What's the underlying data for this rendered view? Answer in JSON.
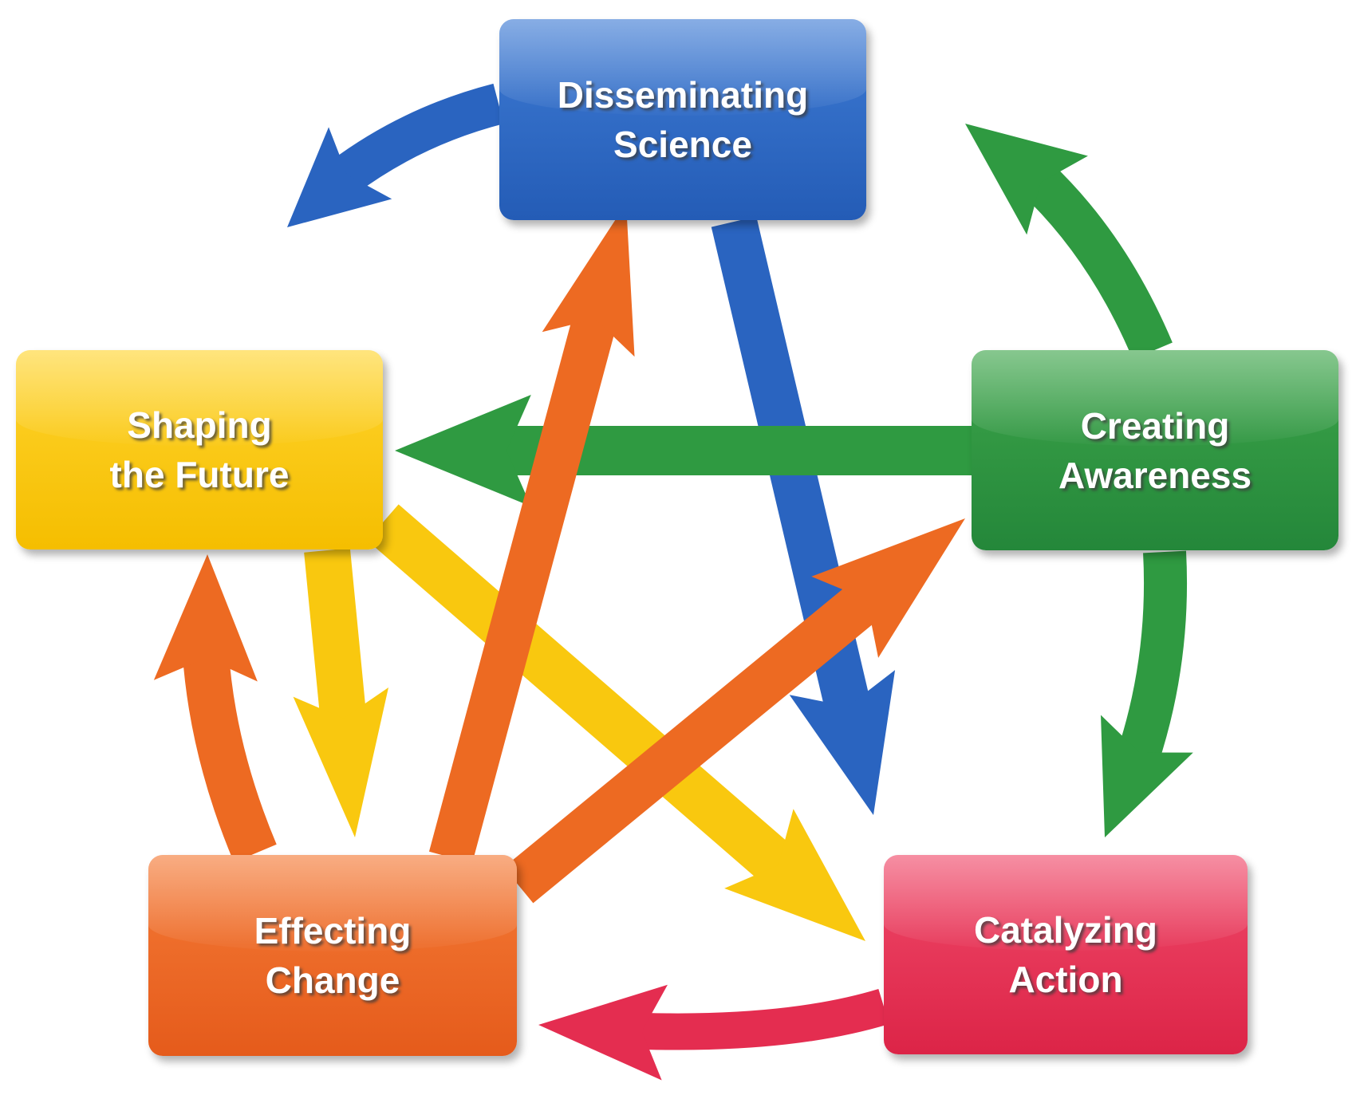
{
  "colors": {
    "blue": "#2a64c0",
    "green": "#2f9a41",
    "red": "#e42d50",
    "orange": "#ed6a22",
    "yellow": "#f9c80f"
  },
  "nodes": {
    "science": {
      "line1": "Disseminating",
      "line2": "Science"
    },
    "awareness": {
      "line1": "Creating",
      "line2": "Awareness"
    },
    "action": {
      "line1": "Catalyzing",
      "line2": "Action"
    },
    "change": {
      "line1": "Effecting",
      "line2": "Change"
    },
    "future": {
      "line1": "Shaping",
      "line2": "the Future"
    }
  },
  "connections": [
    {
      "from": "science",
      "to": "future",
      "color": "blue"
    },
    {
      "from": "science",
      "to": "action",
      "color": "blue"
    },
    {
      "from": "awareness",
      "to": "science",
      "color": "green"
    },
    {
      "from": "awareness",
      "to": "future",
      "color": "green"
    },
    {
      "from": "awareness",
      "to": "action",
      "color": "green"
    },
    {
      "from": "future",
      "to": "change",
      "color": "yellow"
    },
    {
      "from": "future",
      "to": "action",
      "color": "yellow"
    },
    {
      "from": "change",
      "to": "future",
      "color": "orange"
    },
    {
      "from": "change",
      "to": "science",
      "color": "orange"
    },
    {
      "from": "change",
      "to": "awareness",
      "color": "orange"
    },
    {
      "from": "action",
      "to": "change",
      "color": "red"
    }
  ]
}
